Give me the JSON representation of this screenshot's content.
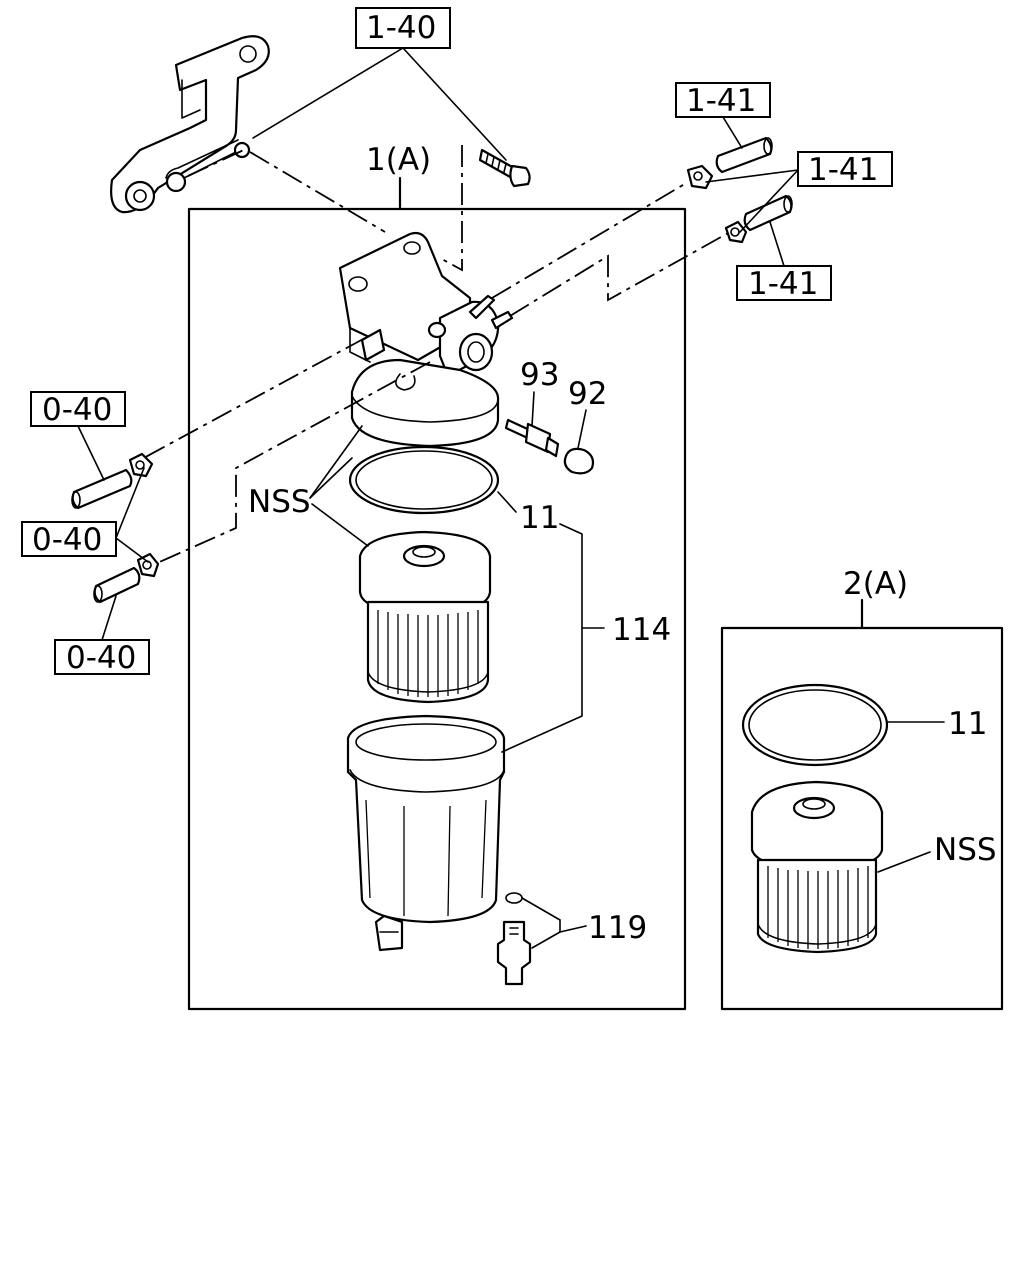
{
  "labels": {
    "ref_1_40": "1-40",
    "ref_1_41_a": "1-41",
    "ref_1_41_b": "1-41",
    "ref_1_41_c": "1-41",
    "ref_0_40_a": "0-40",
    "ref_0_40_b": "0-40",
    "ref_0_40_c": "0-40",
    "assembly_1a": "1(A)",
    "assembly_2a": "2(A)",
    "part_93": "93",
    "part_92": "92",
    "part_11": "11",
    "part_11_kit": "11",
    "nss": "NSS",
    "nss_kit": "NSS",
    "part_114": "114",
    "part_119": "119"
  }
}
